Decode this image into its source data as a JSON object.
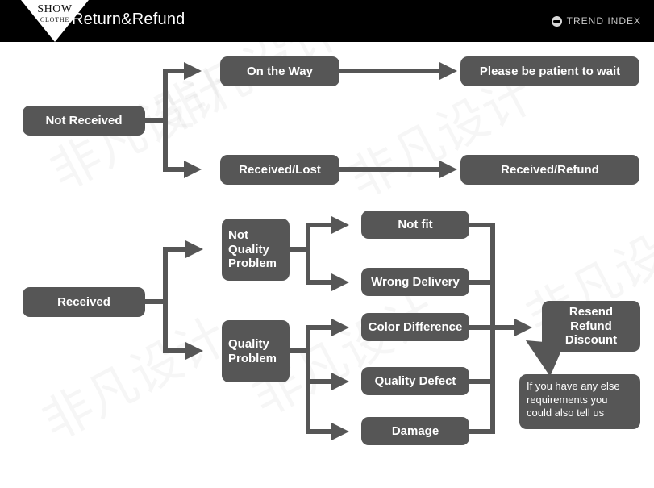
{
  "header": {
    "logo_primary": "SHOW",
    "logo_secondary": "CLOTHE",
    "title": "Return&Refund",
    "brand_label": "TREND INDEX",
    "brand_icon": "globe-icon",
    "background_color": "#000000",
    "text_color": "#ffffff"
  },
  "theme": {
    "node_fill": "#565656",
    "node_text": "#ffffff",
    "page_background": "#ffffff",
    "connector_color": "#565656"
  },
  "watermarks": [
    "非凡设计",
    "非凡设计",
    "非凡设计",
    "非凡设计",
    "非凡设计",
    "非凡设计"
  ],
  "flow": {
    "not_received_branch": {
      "root": "Not Received",
      "steps": [
        {
          "status": "On the Way",
          "outcome": "Please be patient to wait"
        },
        {
          "status": "Received/Lost",
          "outcome": "Received/Refund"
        }
      ]
    },
    "received_branch": {
      "root": "Received",
      "categories": [
        {
          "label": "Not\nQuality\nProblem",
          "label_lines": [
            "Not",
            "Quality",
            "Problem"
          ],
          "reasons": [
            "Not fit",
            "Wrong Delivery"
          ]
        },
        {
          "label": "Quality\nProblem",
          "label_lines": [
            "Quality",
            "Problem"
          ],
          "reasons": [
            "Color Difference",
            "Quality Defect",
            "Damage"
          ]
        }
      ],
      "resolution": {
        "label_lines": [
          "Resend",
          "Refund",
          "Discount"
        ],
        "label": "Resend Refund Discount"
      },
      "note": "If you have any else requirements you could also tell us"
    },
    "nodes": {
      "not_received": "Not Received",
      "on_the_way": "On the Way",
      "please_wait": "Please be patient to wait",
      "received_lost": "Received/Lost",
      "received_refund": "Received/Refund",
      "received": "Received",
      "not_quality_problem_l1": "Not",
      "not_quality_problem_l2": "Quality",
      "not_quality_problem_l3": "Problem",
      "quality_problem_l1": "Quality",
      "quality_problem_l2": "Problem",
      "not_fit": "Not fit",
      "wrong_delivery": "Wrong Delivery",
      "color_difference": "Color Difference",
      "quality_defect": "Quality Defect",
      "damage": "Damage",
      "resend": "Resend",
      "refund": "Refund",
      "discount": "Discount",
      "note": "If you have any else requirements you could also tell us"
    }
  }
}
